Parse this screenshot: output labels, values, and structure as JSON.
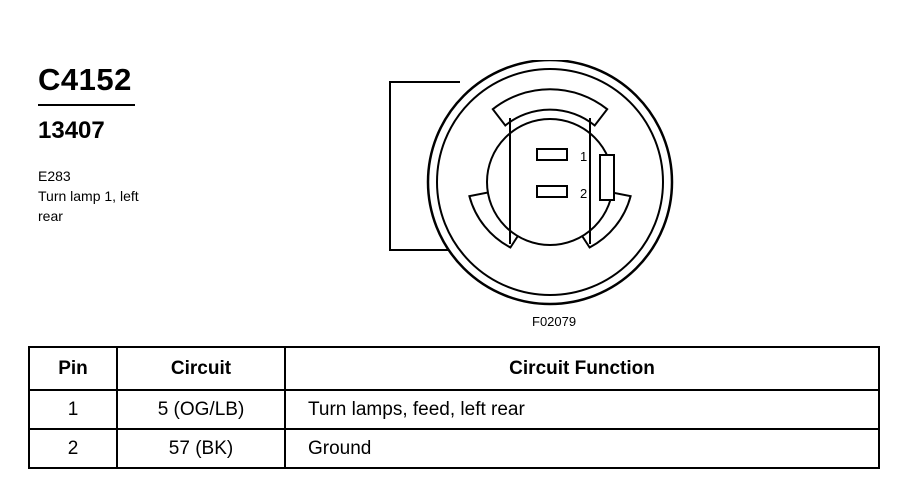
{
  "connector": {
    "id": "C4152",
    "part_number": "13407",
    "description_lines": [
      "E283",
      "Turn lamp 1, left",
      "rear"
    ]
  },
  "diagram": {
    "figure_id": "F02079",
    "pin_labels": [
      "1",
      "2"
    ]
  },
  "table": {
    "headers": [
      "Pin",
      "Circuit",
      "Circuit Function"
    ],
    "rows": [
      {
        "pin": "1",
        "circuit": "5 (OG/LB)",
        "function": "Turn lamps, feed, left rear"
      },
      {
        "pin": "2",
        "circuit": "57 (BK)",
        "function": "Ground"
      }
    ]
  }
}
